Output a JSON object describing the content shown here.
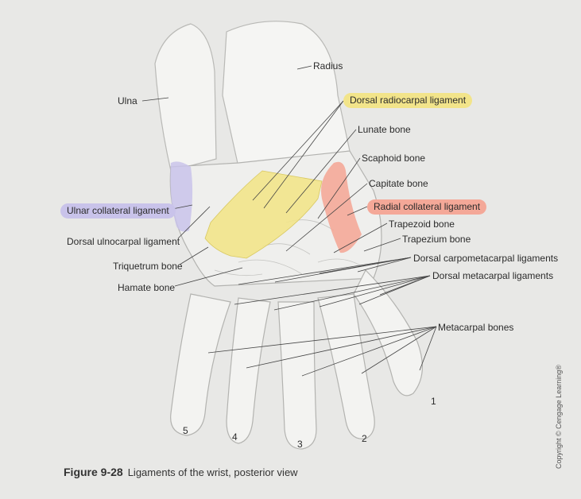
{
  "labels": {
    "radius": "Radius",
    "ulna": "Ulna",
    "dorsal_radiocarpal": "Dorsal radiocarpal ligament",
    "lunate": "Lunate bone",
    "scaphoid": "Scaphoid bone",
    "capitate": "Capitate bone",
    "ulnar_collateral": "Ulnar collateral ligament",
    "radial_collateral": "Radial collateral ligament",
    "dorsal_ulnocarpal": "Dorsal ulnocarpal ligament",
    "trapezoid": "Trapezoid bone",
    "trapezium": "Trapezium bone",
    "triquetrum": "Triquetrum bone",
    "dorsal_carpometacarpal": "Dorsal carpometacarpal ligaments",
    "hamate": "Hamate bone",
    "dorsal_metacarpal": "Dorsal metacarpal ligaments",
    "metacarpal_bones": "Metacarpal bones"
  },
  "digits": [
    "5",
    "4",
    "3",
    "2",
    "1"
  ],
  "caption": {
    "figure": "Figure 9-28",
    "text": "Ligaments of the wrist, posterior view"
  },
  "copyright": "Copyright © Cengage Learning®",
  "colors": {
    "dorsal_radiocarpal": "#f2e48a",
    "radial_collateral": "#f4a898",
    "ulnar_collateral": "#c9c3ea"
  }
}
